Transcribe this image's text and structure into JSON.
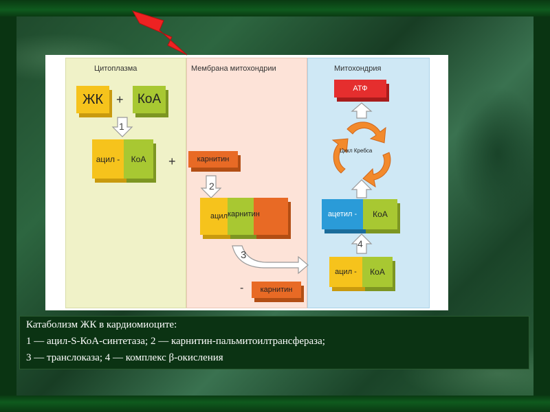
{
  "columns": {
    "cytoplasm": "Цитоплазма",
    "membrane": "Мембрана митохондрии",
    "mitochondria": "Митохондрия"
  },
  "blocks": {
    "fa": "ЖК",
    "coa1": "КоА",
    "acyl1": "ацил -",
    "coa2": "КоА",
    "carnitine1": "карнитин",
    "acylcarnitine_a": "ацил",
    "acylcarnitine_b": "карнитин",
    "carnitine2": "карнитин",
    "atp": "АТФ",
    "acetyl": "ацетил -",
    "coa3": "КоА",
    "acyl2": "ацил -",
    "coa4": "КоА"
  },
  "signs": {
    "plus1": "+",
    "plus2": "+",
    "minus": "-"
  },
  "steps": {
    "s1": "1",
    "s2": "2",
    "s3": "3",
    "s4": "4"
  },
  "krebs_label": "Цикл Кребса",
  "caption": {
    "line1": "Катаболизм ЖК в кардиомиоците:",
    "line2": "1 — ацил-S-КоА-синтетаза; 2 — карнитин-пальмитоилтрансфераза;",
    "line3": "3 — транслоказа; 4 — комплекс β-окисления"
  },
  "colors": {
    "frame_green": "#0f5a1e",
    "yellow": "#f6c31c",
    "green": "#a8c832",
    "orange": "#e86a25",
    "red": "#e52e2e",
    "blue": "#2a9bd8",
    "lightning": "#ee2222"
  }
}
